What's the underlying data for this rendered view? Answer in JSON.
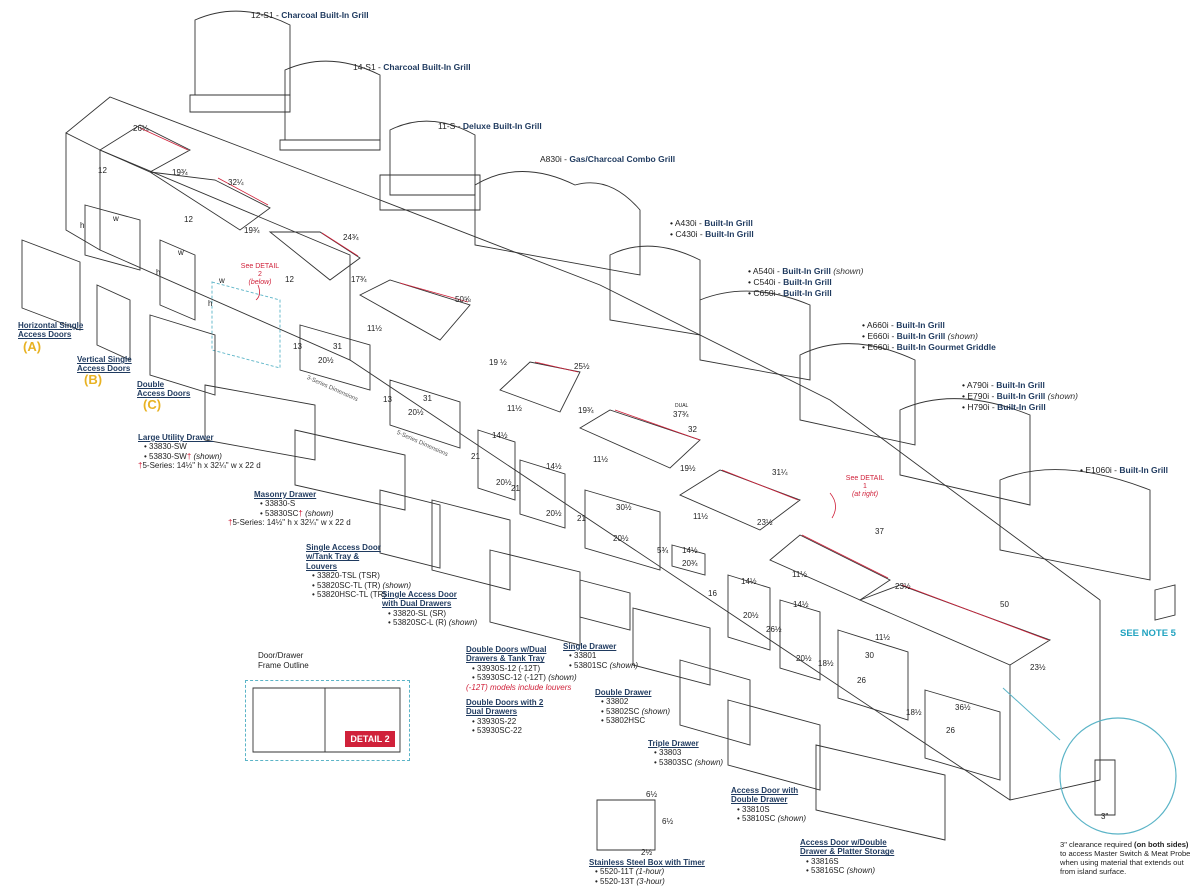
{
  "grills": [
    {
      "model": "12-S1",
      "desc": "Charcoal Built-In Grill"
    },
    {
      "model": "14-S1",
      "desc": "Charcoal Built-In Grill"
    },
    {
      "model": "11-S",
      "desc": "Deluxe Built-In Grill"
    },
    {
      "model": "A830i",
      "desc": "Gas/Charcoal Combo Grill"
    },
    {
      "model": "A430i",
      "desc": "Built-In Grill"
    },
    {
      "model": "C430i",
      "desc": "Built-In Grill"
    },
    {
      "model": "A540i",
      "desc": "Built-In Grill",
      "note": "(shown)"
    },
    {
      "model": "C540i",
      "desc": "Built-In Grill"
    },
    {
      "model": "C650i",
      "desc": "Built-In Grill"
    },
    {
      "model": "A660i",
      "desc": "Built-In Grill"
    },
    {
      "model": "E660i",
      "desc": "Built-In Grill",
      "note": "(shown)"
    },
    {
      "model": "E660i",
      "desc": "Built-In Gourmet Griddle"
    },
    {
      "model": "A790i",
      "desc": "Built-In Grill"
    },
    {
      "model": "E790i",
      "desc": "Built-In Grill",
      "note": "(shown)"
    },
    {
      "model": "H790i",
      "desc": "Built-In Grill"
    },
    {
      "model": "E1060i",
      "desc": "Built-In Grill"
    }
  ],
  "doors": {
    "horizontal": {
      "title": "Horizontal Single Access Doors",
      "letter": "(A)"
    },
    "vertical": {
      "title": "Vertical Single Access Doors",
      "letter": "(B)"
    },
    "double": {
      "title": "Double Access Doors",
      "letter": "(C)"
    }
  },
  "accessories": {
    "large_utility": {
      "title": "Large Utility Drawer",
      "items": [
        "• 33830-SW",
        "• 53830-SW"
      ],
      "shown": "(shown)",
      "dagger": "†",
      "spec": "5-Series: 14½\" h x 32¼\" w x 22 d"
    },
    "masonry": {
      "title": "Masonry Drawer",
      "items": [
        "• 33830-S",
        "• 53830SC"
      ],
      "shown": "(shown)",
      "dagger": "†",
      "spec": "5-Series: 14½\" h x 32¼\" w x 22 d"
    },
    "single_access_louvers": {
      "title": "Single Access Door w/Tank Tray & Louvers",
      "items": [
        "• 33820-TSL (TSR)",
        "• 53820SC-TL (TR)",
        "• 53820HSC-TL (TR)"
      ],
      "shown": "(shown)"
    },
    "single_access_dual": {
      "title": "Single Access Door with Dual Drawers",
      "items": [
        "• 33820-SL (SR)",
        "• 53820SC-L (R)"
      ],
      "shown": "(shown)"
    },
    "double_doors_dual": {
      "title": "Double Doors w/Dual Drawers & Tank Tray",
      "items": [
        "• 33930S-12 (-12T)",
        "• 53930SC-12 (-12T)"
      ],
      "shown": "(shown)",
      "note": "(-12T) models include louvers"
    },
    "double_doors_2": {
      "title": "Double Doors with 2 Dual Drawers",
      "items": [
        "• 33930S-22",
        "• 53930SC-22"
      ]
    },
    "single_drawer": {
      "title": "Single Drawer",
      "items": [
        "• 33801",
        "• 53801SC"
      ],
      "shown": "(shown)"
    },
    "double_drawer": {
      "title": "Double Drawer",
      "items": [
        "• 33802",
        "• 53802SC",
        "• 53802HSC"
      ],
      "shown": "(shown)"
    },
    "triple_drawer": {
      "title": "Triple Drawer",
      "items": [
        "• 33803",
        "• 53803SC"
      ],
      "shown": "(shown)"
    },
    "access_double": {
      "title": "Access Door with Double Drawer",
      "items": [
        "• 33810S",
        "• 53810SC"
      ],
      "shown": "(shown)"
    },
    "access_double_platter": {
      "title": "Access Door w/Double Drawer & Platter Storage",
      "items": [
        "• 33816S",
        "• 53816SC"
      ],
      "shown": "(shown)"
    },
    "steel_box": {
      "title": "Stainless Steel Box with Timer",
      "items": [
        "• 5520-11T",
        "• 5520-13T"
      ],
      "notes": [
        "(1-hour)",
        "(3-hour)"
      ]
    }
  },
  "detail2": {
    "frame_label": "Door/Drawer Frame Outline",
    "badge": "DETAIL 2",
    "see": "See DETAIL 2",
    "see_sub": "(below)"
  },
  "detail1": {
    "see": "See DETAIL 1",
    "see_sub": "(at right)"
  },
  "note5": "SEE NOTE 5",
  "clearance": {
    "pre": "3\" clearance required ",
    "bold": "(on both sides)",
    "post": " to access Master Switch & Meat Probe when using material that extends out from island surface.",
    "dim": "3\""
  },
  "series_labels": {
    "three": "3-Series Dimensions",
    "five": "5-Series Dimensions"
  },
  "dimensions": {
    "d1": "26¼",
    "d2": "12",
    "d3": "19¾",
    "d4": "32¼",
    "d5": "12",
    "d6": "19¾",
    "d7": "24¾",
    "d8": "12",
    "d9": "17¾",
    "d10": "50⅝",
    "d11": "11½",
    "d12": "19 ½",
    "d13": "25½",
    "d14": "11½",
    "d15": "19¾",
    "d16": "37¾",
    "d17": "32",
    "d18": "11½",
    "d19": "19½",
    "d20": "31¼",
    "d21": "11½",
    "d22": "23½",
    "d23": "37",
    "d24": "11½",
    "d25": "23½",
    "d26": "50",
    "d27": "11½",
    "d28": "23½",
    "w1": "w",
    "h1": "h",
    "w2": "w",
    "h2": "h",
    "w3": "w",
    "h3": "h",
    "o1": "13",
    "o2": "20½",
    "o3": "31",
    "o4": "13",
    "o5": "20½",
    "o6": "31",
    "o7": "21",
    "o8": "14½",
    "o9": "20½",
    "o10": "21",
    "o11": "14½",
    "o12": "20½",
    "o13": "21",
    "o14": "30½",
    "o15": "20½",
    "o16": "5¾",
    "o17": "14½",
    "o18": "20¾",
    "o19": "16",
    "o20": "14½",
    "o21": "20½",
    "o22": "26½",
    "o23": "14½",
    "o24": "20½",
    "o25": "18½",
    "o26": "30",
    "o27": "26",
    "o28": "18½",
    "o29": "36½",
    "o30": "26",
    "o31": "6½",
    "o32": "6½",
    "o33": "2½",
    "dual": "DUAL"
  }
}
